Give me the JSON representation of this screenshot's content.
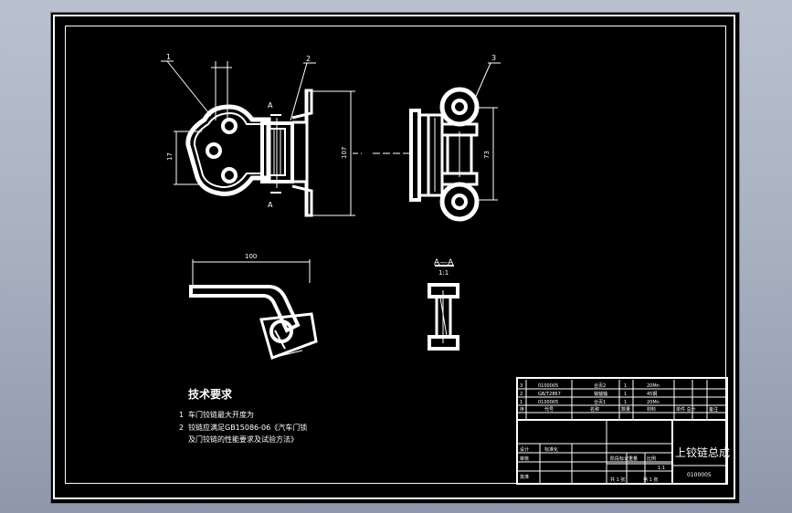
{
  "colors": {
    "background": "#000000",
    "line": "#ffffff",
    "app_bg": "#a9b2c1"
  },
  "balloons": [
    "1",
    "2",
    "3"
  ],
  "dims": {
    "d_left": "17",
    "d_vertical": "107",
    "d_right": "73",
    "d_horizontal": "100"
  },
  "section": {
    "label": "A—A",
    "scale": "1:1",
    "cut_a_top": "A",
    "cut_a_bottom": "A"
  },
  "notes": {
    "title": "技术要求",
    "line1_num": "1",
    "line1": "车门铰链最大开度为",
    "line2_num": "2",
    "line2": "铰链应满足GB15086-06《汽车门锁",
    "line3": "及门铰链的性能要求及试验方法》"
  },
  "title_block": {
    "drawing_title": "上铰链总成",
    "drawing_no": "0100005",
    "scale": "1:1",
    "parts": [
      {
        "no": "3",
        "code": "0100005",
        "name": "合页2",
        "qty": "1",
        "material": "20Mn"
      },
      {
        "no": "2",
        "code": "GB/T2867",
        "name": "销轴轴",
        "qty": "1",
        "material": "45钢"
      },
      {
        "no": "1",
        "code": "0100005",
        "name": "合页1",
        "qty": "1",
        "material": "20Mn"
      }
    ],
    "header": {
      "no": "序",
      "code": "代号",
      "name": "名称",
      "qty": "数量",
      "material": "材料",
      "weight": "单件 总计",
      "remarks": "备注"
    },
    "labels": {
      "stage": "阶段标记",
      "weight": "重量",
      "scale": "比例",
      "sheet": "共 1 张",
      "sheet_no": "第 1 张",
      "design": "设计",
      "std": "标准化",
      "review": "审核",
      "approve": "批准"
    }
  }
}
